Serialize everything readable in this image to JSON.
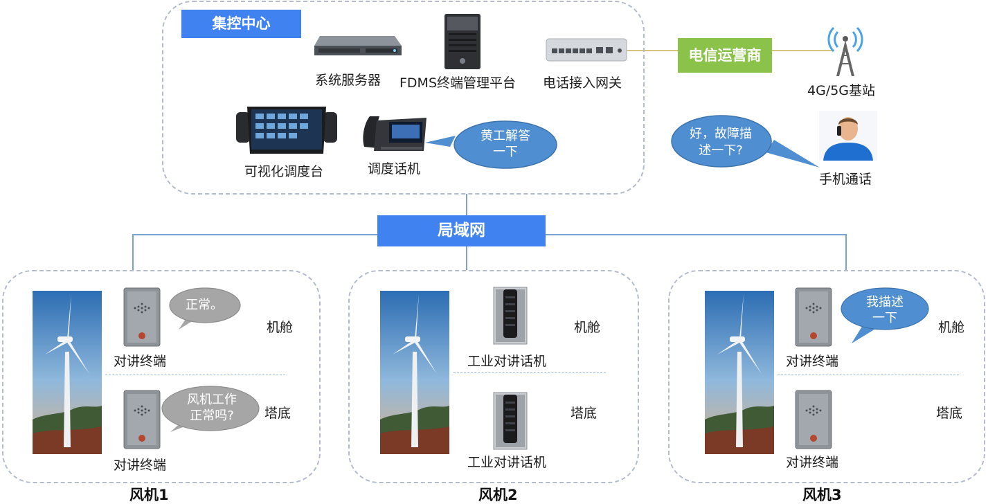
{
  "control_center": {
    "title": "集控中心",
    "devices": {
      "server": "系统服务器",
      "fdms": "FDMS终端管理平台",
      "gateway": "电话接入网关",
      "console": "可视化调度台",
      "phone": "调度话机"
    }
  },
  "bubbles": {
    "dispatch": [
      "黄工解答",
      "一下"
    ],
    "mobile": [
      "好，故障描",
      "述一下?"
    ],
    "turbine1_nacelle": [
      "正常。"
    ],
    "turbine1_base": [
      "风机工作",
      "正常吗?"
    ],
    "turbine3_nacelle": [
      "我描述",
      "一下"
    ]
  },
  "carrier": {
    "label": "电信运营商",
    "station": "4G/5G基站",
    "mobile": "手机通话"
  },
  "lan": {
    "label": "局域网"
  },
  "turbines": [
    {
      "name": "风机1",
      "top_label": "机舱",
      "base_label": "塔底",
      "top_device": "对讲终端",
      "base_device": "对讲终端"
    },
    {
      "name": "风机2",
      "top_label": "机舱",
      "base_label": "塔底",
      "top_device": "工业对讲话机",
      "base_device": "工业对讲话机"
    },
    {
      "name": "风机3",
      "top_label": "机舱",
      "base_label": "塔底",
      "top_device": "对讲终端",
      "base_device": "对讲终端"
    }
  ],
  "colors": {
    "header_blue": "#3f82f0",
    "carrier_green": "#8bc34a",
    "bubble_blue": "#4f8fd1",
    "bubble_gray": "#a6a6a6"
  }
}
